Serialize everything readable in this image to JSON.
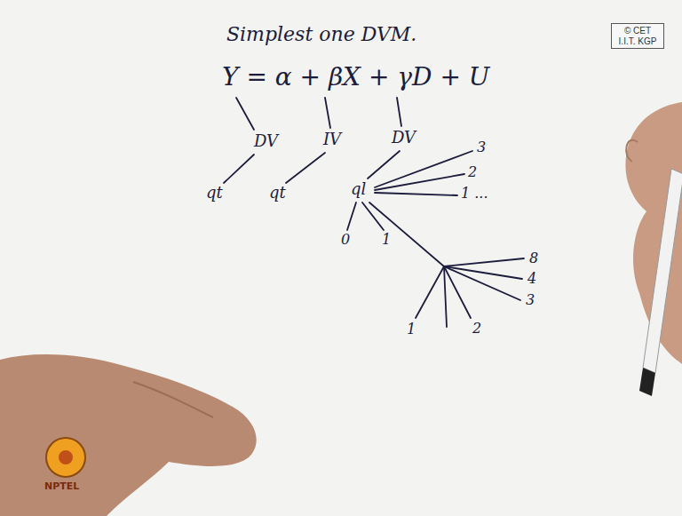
{
  "diagram": {
    "nodes": [
      {
        "text": [
          "© CET I.I.T. KGP"
        ]
      }
    ],
    "labels": [
      "Simplest one DVM.",
      "Y = α + βX + γD + U",
      "DV",
      "IV",
      "DV",
      "qt",
      "qt",
      "ql",
      "0",
      "1",
      "3",
      "2",
      "1 ...",
      "8",
      "4",
      "3",
      "1",
      "2",
      "NPTEL"
    ]
  }
}
